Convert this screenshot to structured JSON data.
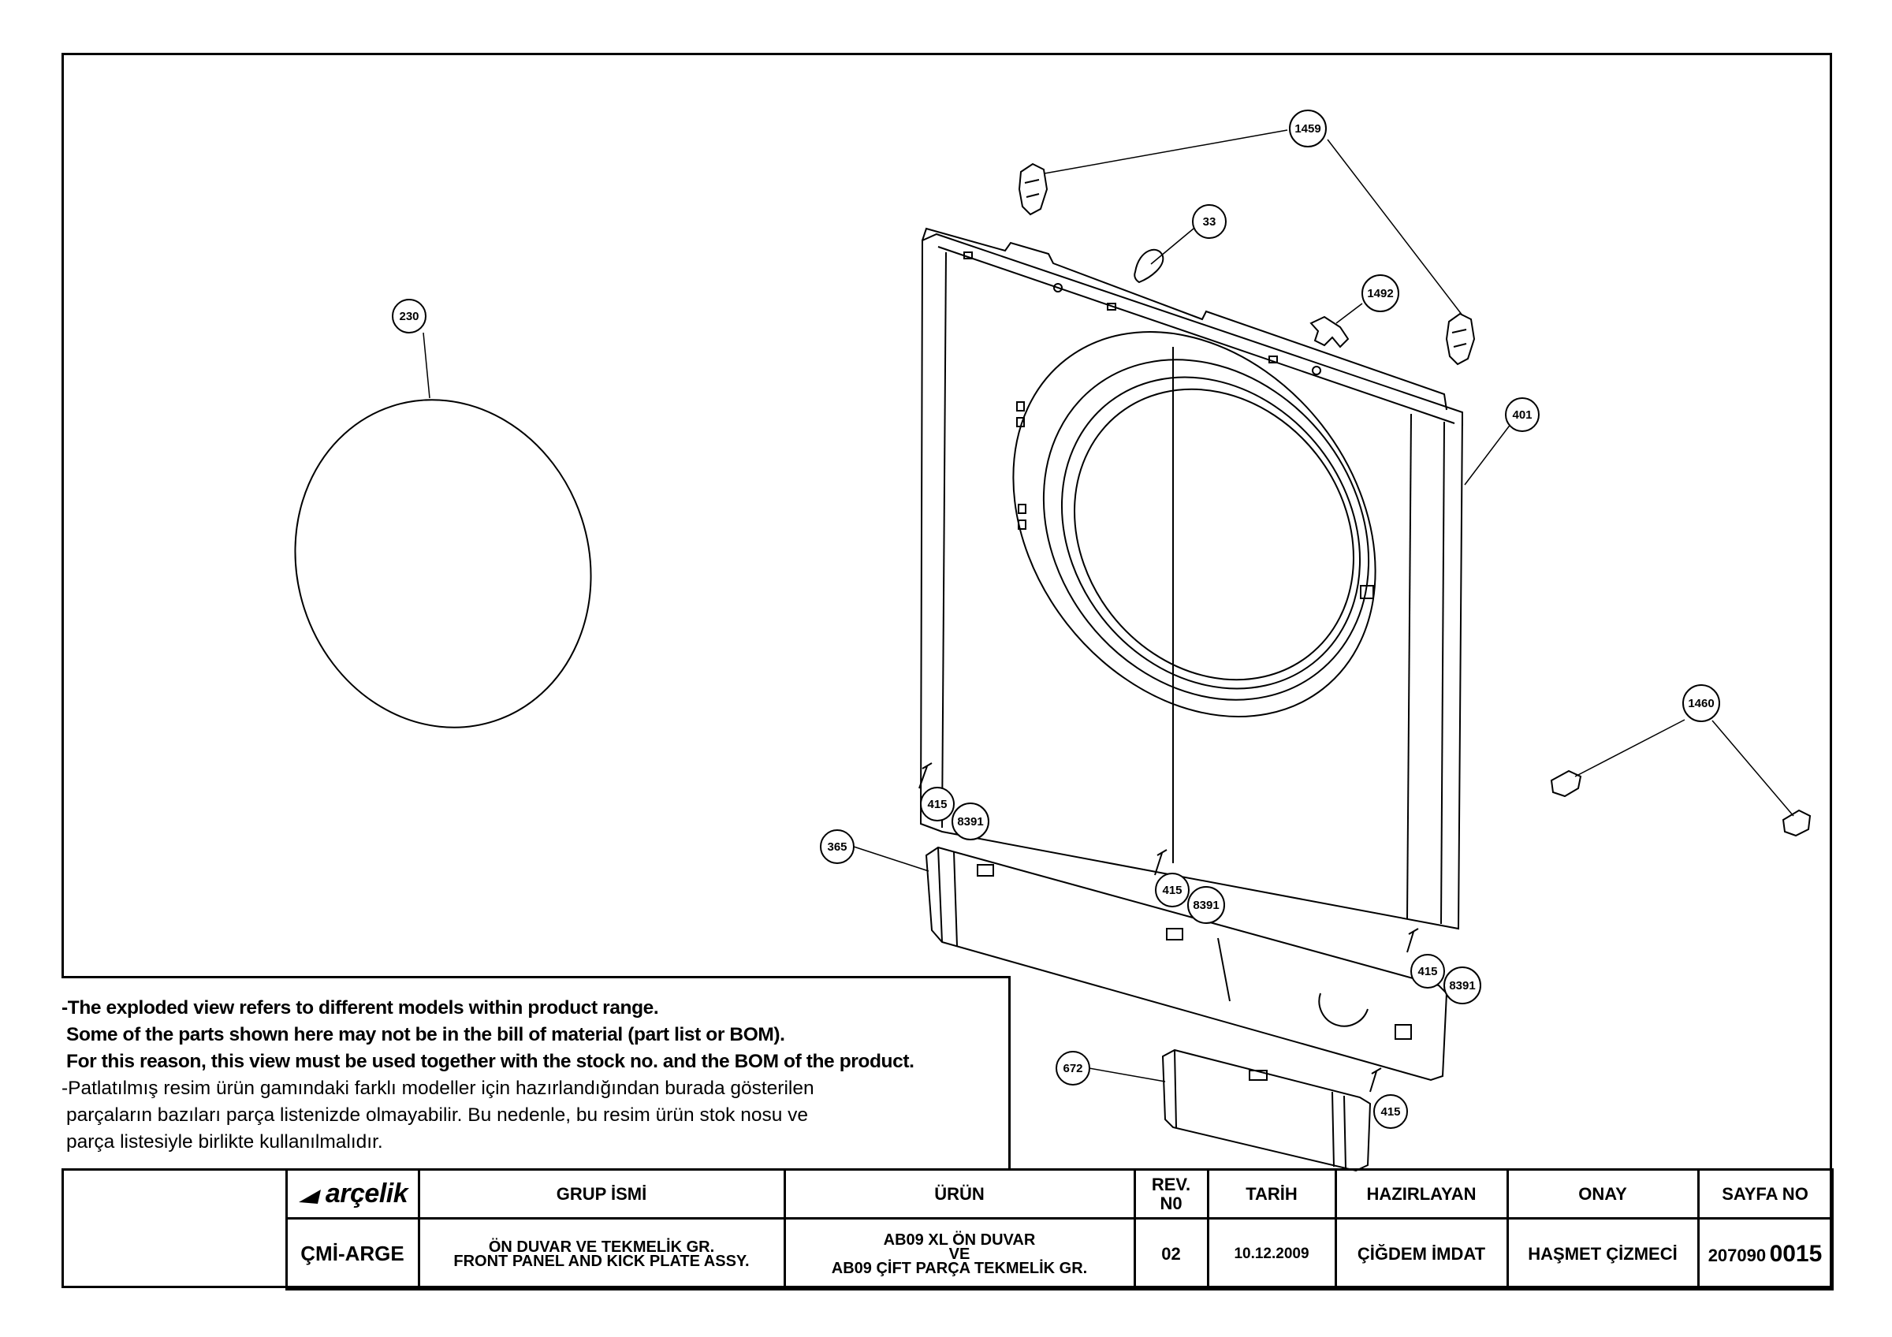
{
  "callouts": [
    {
      "id": "c1459",
      "label": "1459"
    },
    {
      "id": "c33",
      "label": "33"
    },
    {
      "id": "c1492",
      "label": "1492"
    },
    {
      "id": "c230",
      "label": "230"
    },
    {
      "id": "c401",
      "label": "401"
    },
    {
      "id": "c1460",
      "label": "1460"
    },
    {
      "id": "c415a",
      "label": "415"
    },
    {
      "id": "c8391a",
      "label": "8391"
    },
    {
      "id": "c365",
      "label": "365"
    },
    {
      "id": "c415b",
      "label": "415"
    },
    {
      "id": "c8391b",
      "label": "8391"
    },
    {
      "id": "c415c",
      "label": "415"
    },
    {
      "id": "c8391c",
      "label": "8391"
    },
    {
      "id": "c672",
      "label": "672"
    },
    {
      "id": "c415d",
      "label": "415"
    }
  ],
  "notes": {
    "en_line1": "-The exploded view refers to different models within product range.",
    "en_line2": "Some of the parts shown here may not be in the bill of material (part list or BOM).",
    "en_line3": "For this reason, this view must be used together with the stock no. and the BOM of the product.",
    "tr_line1": "-Patlatılmış resim ürün gamındaki farklı modeller için hazırlandığından burada gösterilen",
    "tr_line2": "parçaların bazıları parça listenizde olmayabilir. Bu nedenle, bu resim ürün stok nosu ve",
    "tr_line3": "parça listesiyle birlikte kullanılmalıdır."
  },
  "title_block": {
    "logo_text": "arçelik",
    "headers": {
      "group": "GRUP İSMİ",
      "product": "ÜRÜN",
      "rev_line1": "REV.",
      "rev_line2": "N0",
      "date": "TARİH",
      "prepared": "HAZIRLAYAN",
      "approval": "ONAY",
      "page": "SAYFA NO"
    },
    "values": {
      "department": "ÇMİ-ARGE",
      "group_tr": "ÖN DUVAR VE TEKMELİK GR.",
      "group_en": "FRONT PANEL AND KICK PLATE ASSY.",
      "product_line1": "AB09 XL ÖN DUVAR",
      "product_line2": "VE",
      "product_line3": "AB09 ÇİFT PARÇA TEKMELİK GR.",
      "rev": "02",
      "date": "10.12.2009",
      "prepared": "ÇİĞDEM İMDAT",
      "approval": "HAŞMET ÇİZMECİ",
      "page_prefix": "207090",
      "page_number": "0015"
    }
  }
}
